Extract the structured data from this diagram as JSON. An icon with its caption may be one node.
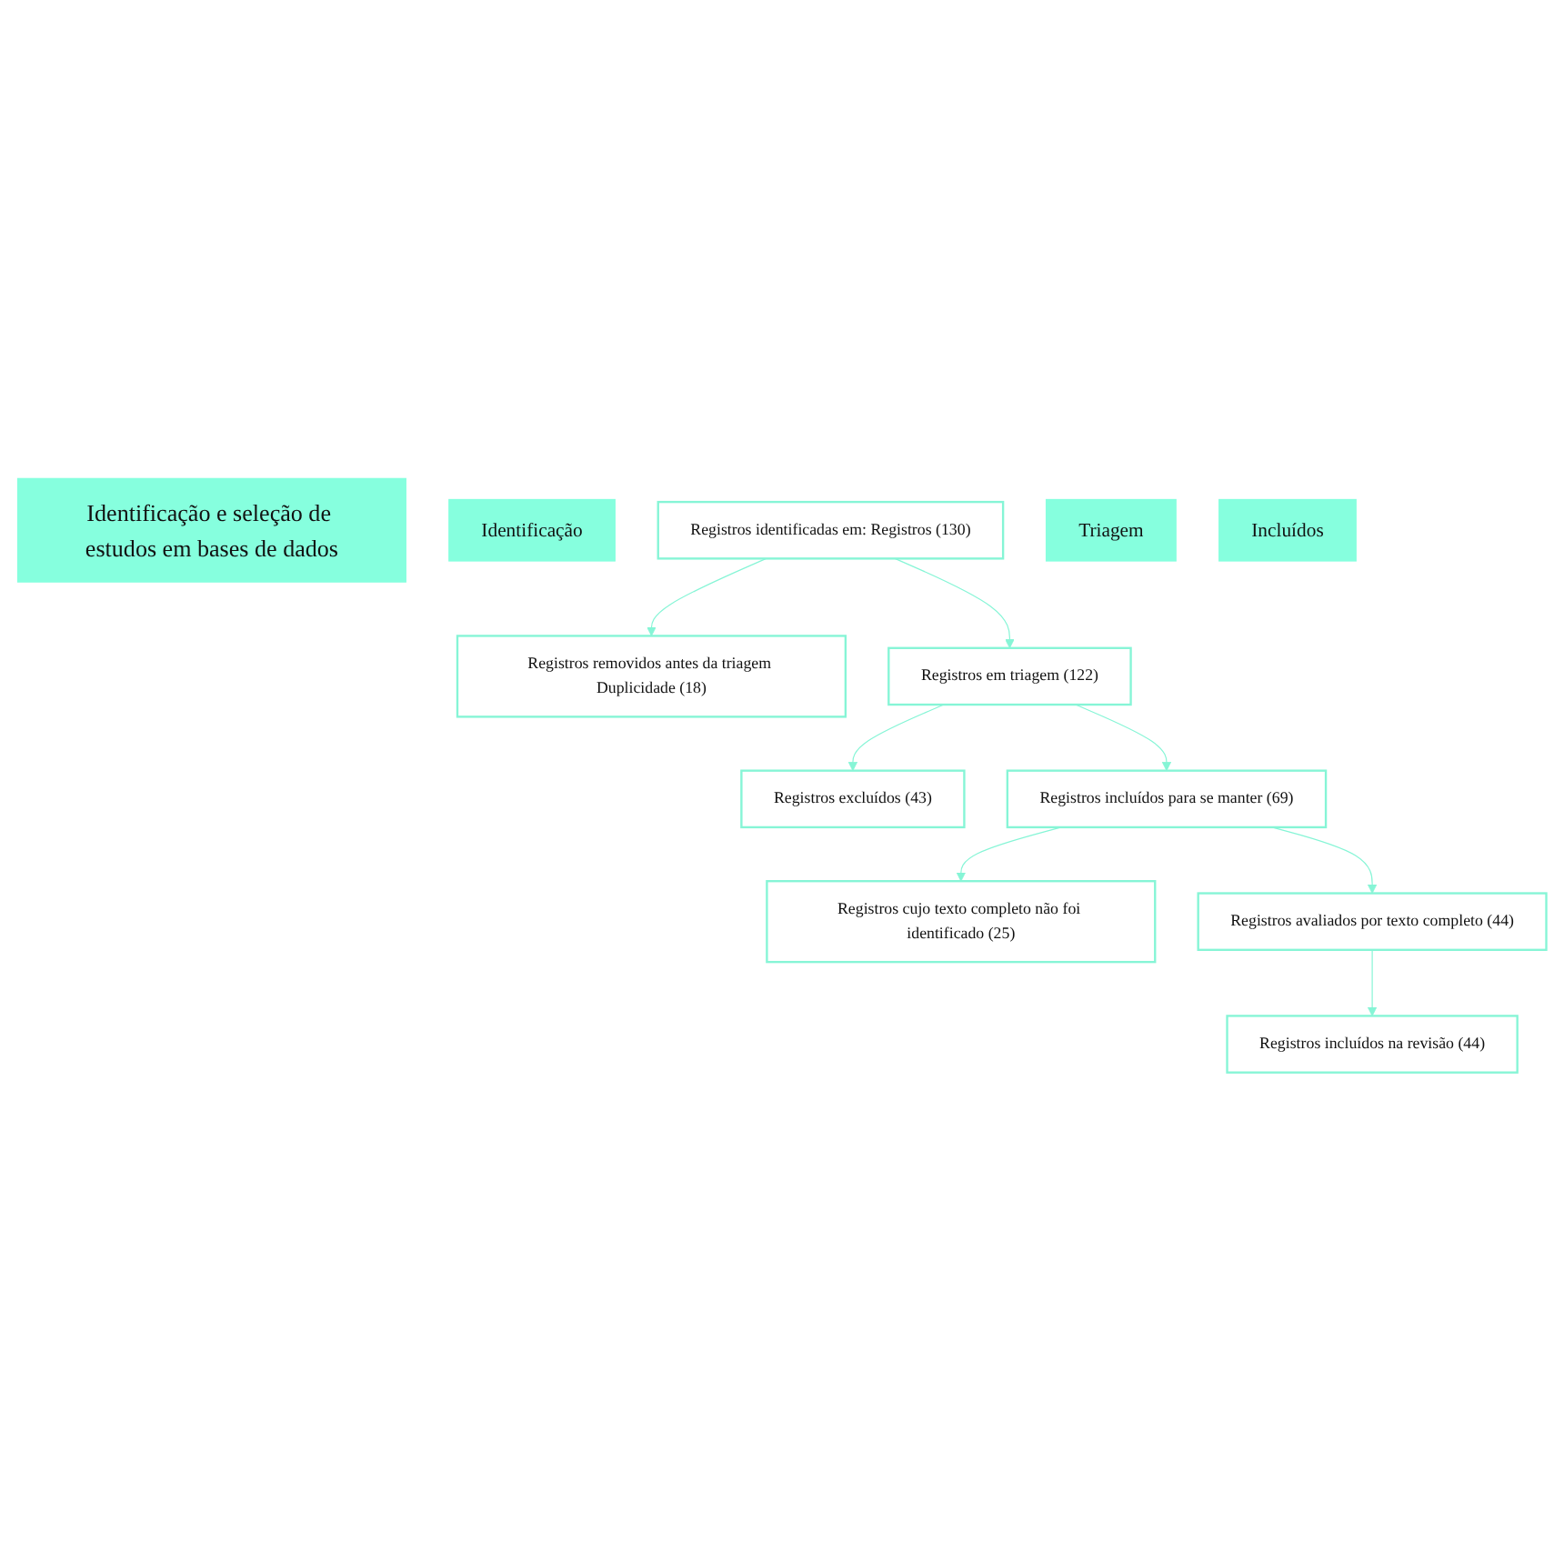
{
  "diagram": {
    "nodes": [
      {
        "text": [
          "Identificação e seleção de estudos em bases de dados"
        ]
      },
      {
        "text": [
          "Identificação"
        ]
      },
      {
        "text": [
          "Registros identificadas em: Registros (130)"
        ]
      },
      {
        "text": [
          "Registros removidos antes da triagem Duplicidade (18)"
        ]
      },
      {
        "text": [
          "Triagem"
        ]
      },
      {
        "text": [
          "Registros em triagem (122)"
        ]
      },
      {
        "text": [
          "Registros excluídos (43)"
        ]
      },
      {
        "text": [
          "Registros incluídos para se manter (69)"
        ]
      },
      {
        "text": [
          "Registros cujo texto completo não foi identificado (25)"
        ]
      },
      {
        "text": [
          "Registros avaliados por texto completo (44)"
        ]
      },
      {
        "text": [
          "Incluídos"
        ]
      },
      {
        "text": [
          "Registros incluídos na revisão (44)"
        ]
      }
    ],
    "edges": [
      {
        "from": 2,
        "to": 3,
        "arrow": "to"
      },
      {
        "from": 2,
        "to": 5,
        "arrow": "to"
      },
      {
        "from": 5,
        "to": 6,
        "arrow": "to"
      },
      {
        "from": 5,
        "to": 7,
        "arrow": "to"
      },
      {
        "from": 7,
        "to": 8,
        "arrow": "to"
      },
      {
        "from": 7,
        "to": 9,
        "arrow": "to"
      },
      {
        "from": 9,
        "to": 11,
        "arrow": "to"
      }
    ]
  }
}
